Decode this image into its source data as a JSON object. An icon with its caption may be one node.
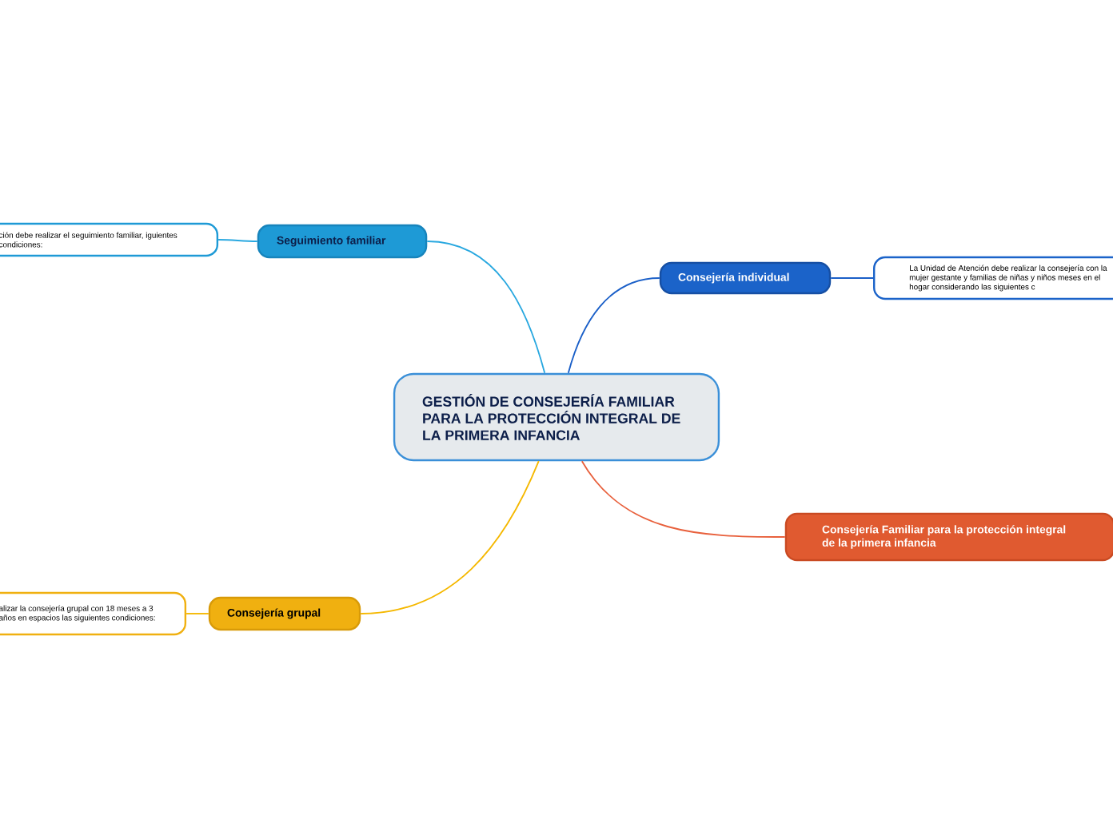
{
  "diagram": {
    "nodes": [
      {
        "text": [
          "GESTIÓN DE CONSEJERÍA FAMILIAR PARA LA PROTECCIÓN INTEGRAL DE LA PRIMERA INFANCIA"
        ]
      },
      {
        "text": [
          "Seguimiento familiar"
        ]
      },
      {
        "text": [
          "ción debe realizar el seguimiento familiar, iguientes condiciones:"
        ]
      },
      {
        "text": [
          "Consejería individual"
        ]
      },
      {
        "text": [
          "La Unidad de Atención debe realizar la consejería con la mujer gestante y familias de niñas y niños meses en el hogar considerando las siguientes c"
        ]
      },
      {
        "text": [
          "Consejería Familiar para la protección integral de la primera infancia"
        ]
      },
      {
        "text": [
          "Consejería grupal"
        ]
      },
      {
        "text": [
          "alizar la consejería grupal con 18 meses a 3 años en espacios las siguientes condiciones:"
        ]
      }
    ],
    "edges": [
      {
        "from": 0,
        "to": 1,
        "arrow": "none",
        "color": "#29a8e0"
      },
      {
        "from": 1,
        "to": 2,
        "arrow": "none",
        "color": "#29a8e0"
      },
      {
        "from": 0,
        "to": 3,
        "arrow": "none",
        "color": "#1a5fc8"
      },
      {
        "from": 3,
        "to": 4,
        "arrow": "none",
        "color": "#1a5fc8"
      },
      {
        "from": 0,
        "to": 5,
        "arrow": "none",
        "color": "#e8603c"
      },
      {
        "from": 0,
        "to": 6,
        "arrow": "none",
        "color": "#f5b800"
      },
      {
        "from": 6,
        "to": 7,
        "arrow": "none",
        "color": "#f5b800"
      }
    ]
  }
}
